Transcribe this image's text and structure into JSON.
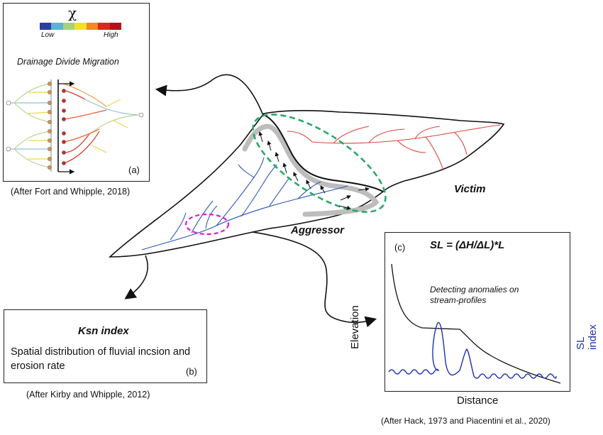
{
  "panel_a": {
    "chi_symbol": "χ",
    "legend_low": "Low",
    "legend_high": "High",
    "legend_colors": [
      "#2b3f9e",
      "#5bb3d6",
      "#a6d27a",
      "#f2e02c",
      "#f08a22",
      "#d62a1e",
      "#b3121a"
    ],
    "title": "Drainage Divide Migration",
    "letter": "(a)",
    "caption": "(After Fort and Whipple, 2018)"
  },
  "map": {
    "victim_label": "Victim",
    "aggressor_label": "Aggressor",
    "colors": {
      "aggressor_streams": "#2f55b8",
      "victim_streams": "#d9463b",
      "divide_migration": "#2aa866",
      "ksn_highlight": "#e01bd2",
      "old_divide": "#bdbdbd"
    }
  },
  "panel_b": {
    "title": "Ksn index",
    "text": "Spatial distribution of fluvial incsion and erosion rate",
    "letter": "(b)",
    "caption": "(After Kirby and Whipple, 2012)"
  },
  "panel_c": {
    "letter": "(c)",
    "formula": "SL = (ΔH/ΔL)*L",
    "note": "Detecting anomalies on stream-profiles",
    "y_label": "Elevation",
    "x_label": "Distance",
    "y2_label": "SL index",
    "sl_color": "#1f2fb0",
    "caption": "(After Hack, 1973 and Piacentini et al., 2020)"
  }
}
